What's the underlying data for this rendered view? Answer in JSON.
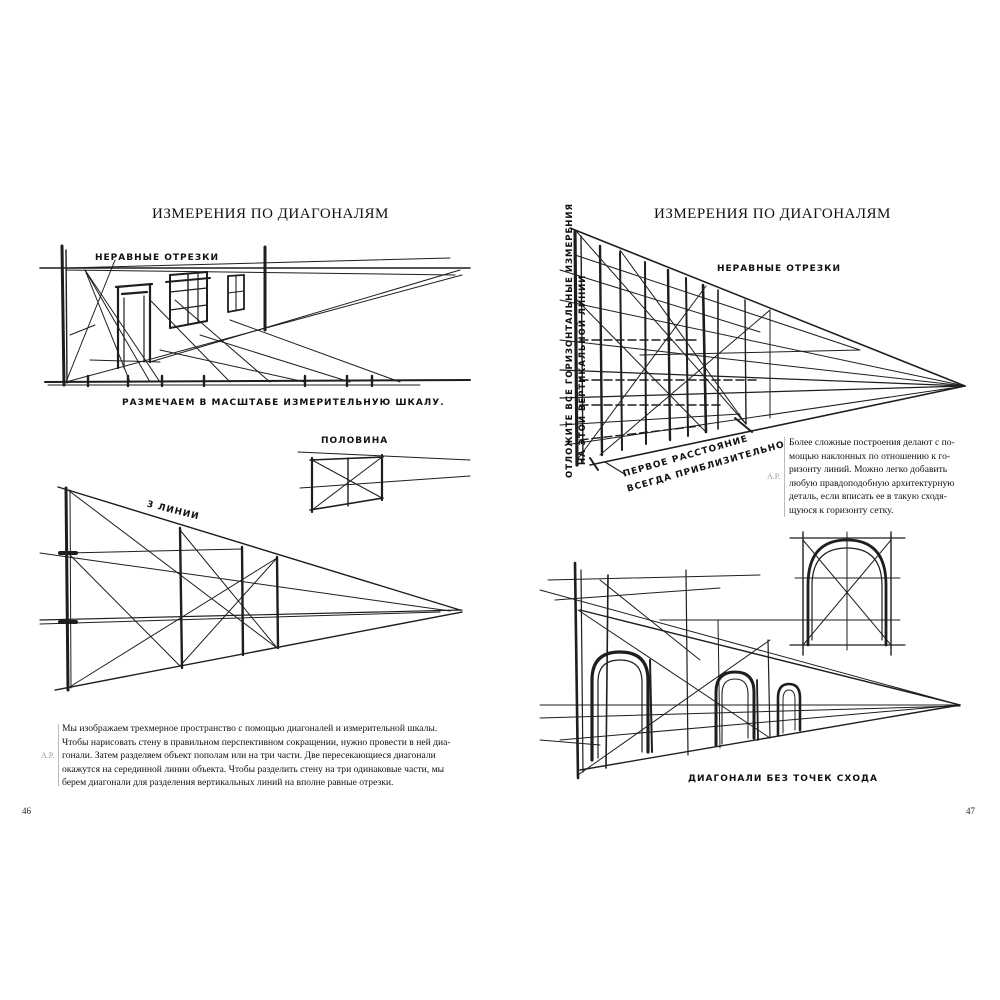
{
  "left_page": {
    "title": "ИЗМЕРЕНИЯ ПО ДИАГОНАЛЯМ",
    "label_unequal": "НЕРАВНЫЕ ОТРЕЗКИ",
    "label_scale": "РАЗМЕЧАЕМ В МАСШТАБЕ ИЗМЕРИТЕЛЬНУЮ ШКАЛУ.",
    "label_half": "ПОЛОВИНА",
    "label_three": "3 ЛИНИИ",
    "paragraph_lines": [
      "Мы изображаем трехмерное пространство с помощью диагоналей и измерительной шкалы.",
      "Чтобы нарисовать стену в правильном перспективном сокращении, нужно провести в ней диа-",
      "гонали. Затем разделяем объект пополам или на три части. Две пересекающиеся диагонали",
      "окажутся на серединной линии объекта. Чтобы разделить стену на три одинаковые части, мы",
      "берем диагонали для разделения вертикальных линий на вполне равные отрезки."
    ],
    "initials": "А.Р.",
    "page_number": "46"
  },
  "right_page": {
    "title": "ИЗМЕРЕНИЯ ПО ДИАГОНАЛЯМ",
    "label_unequal": "НЕРАВНЫЕ ОТРЕЗКИ",
    "vertical_label_line1": "ОТЛОЖИТЕ ВСЕ ГОРИЗОНТАЛЬНЫЕ ИЗМЕРЕНИЯ",
    "vertical_label_line2": "НА ЭТОЙ ВЕРТИКАЛЬНОЙ ЛИНИИ",
    "label_first_line1": "ПЕРВОЕ РАССТОЯНИЕ",
    "label_first_line2": "ВСЕГДА ПРИБЛИЗИТЕЛЬНО",
    "paragraph_lines": [
      "Более сложные построения делают с по-",
      "мощью наклонных по отношению к го-",
      "ризонту линий. Можно легко добавить",
      "любую правдоподобную архитектурную",
      "деталь, если вписать ее в такую сходя-",
      "щуюся к горизонту сетку."
    ],
    "initials": "А.Р.",
    "label_no_vanishing": "ДИАГОНАЛИ БЕЗ ТОЧЕК СХОДА",
    "page_number": "47"
  }
}
